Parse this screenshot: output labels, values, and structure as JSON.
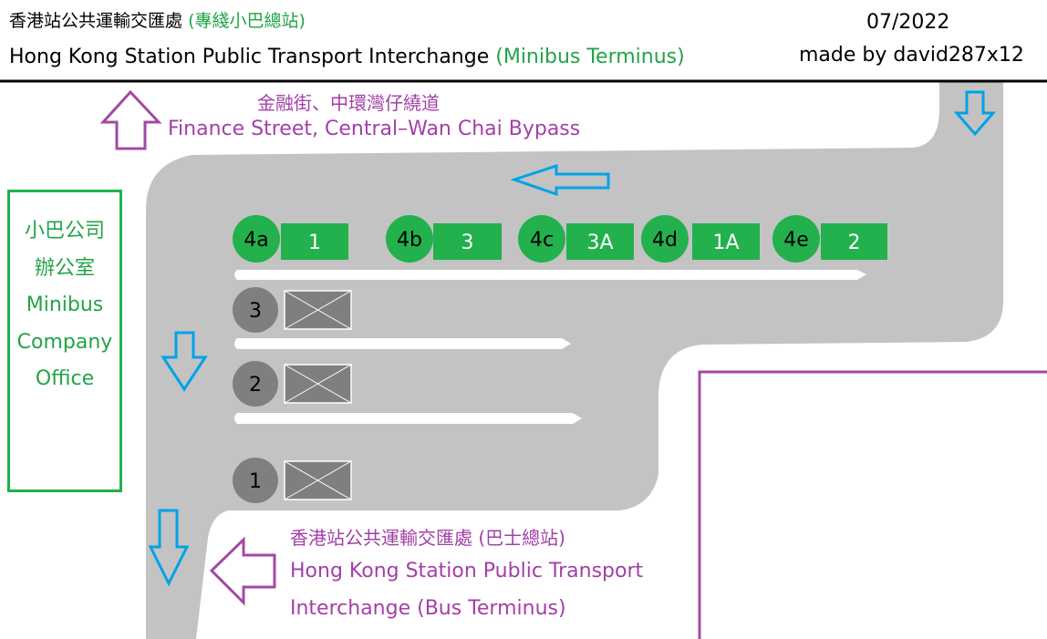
{
  "header": {
    "title_zh": "香港站公共運輸交匯處",
    "subtitle_zh": "(專綫小巴總站)",
    "title_en": "Hong Kong Station Public Transport Interchange",
    "subtitle_en": "(Minibus Terminus)",
    "date": "07/2022",
    "credit": "made by david287x12"
  },
  "top_exit": {
    "label_zh": "金融街、中環灣仔繞道",
    "label_en": "Finance Street, Central–Wan Chai Bypass"
  },
  "office": {
    "lines": [
      "小巴公司",
      "辦公室",
      "Minibus",
      "Company",
      "Office"
    ]
  },
  "bottom_exit": {
    "label_zh": "香港站公共運輸交匯處 (巴士總站)",
    "label_en_line1": "Hong Kong Station Public Transport",
    "label_en_line2": "Interchange (Bus Terminus)"
  },
  "minibus_bays": [
    {
      "bay": "4a",
      "route": "1"
    },
    {
      "bay": "4b",
      "route": "3"
    },
    {
      "bay": "4c",
      "route": "3A"
    },
    {
      "bay": "4d",
      "route": "1A"
    },
    {
      "bay": "4e",
      "route": "2"
    }
  ],
  "unused_bays": [
    "3",
    "2",
    "1"
  ],
  "colors": {
    "road": "#c3c3c3",
    "minibus_green": "#22b14c",
    "purple": "#a349a4",
    "blue_arrow": "#00a2e8",
    "bay_grey": "#7f7f7f"
  }
}
